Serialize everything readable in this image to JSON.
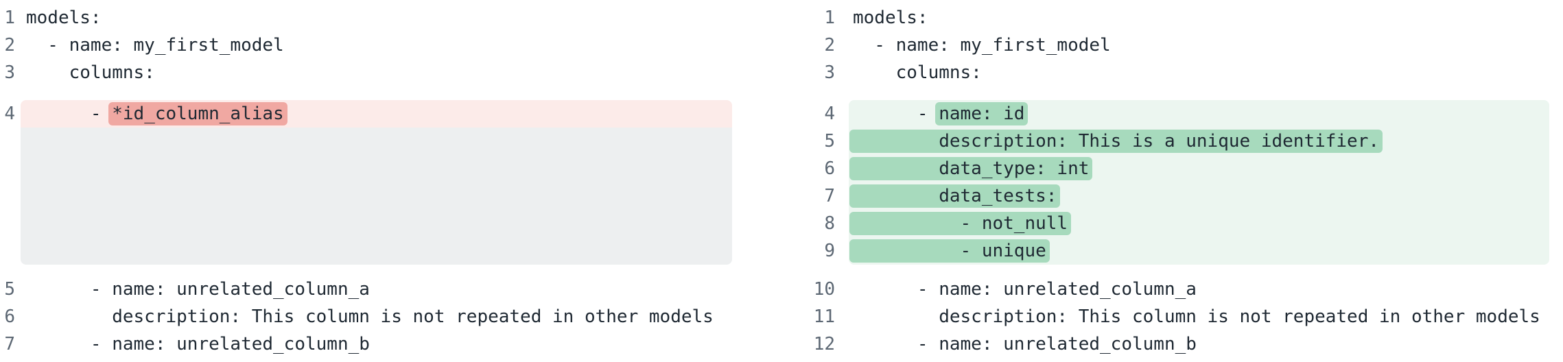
{
  "view": {
    "name": "yaml-side-by-side-diff",
    "language": "yaml"
  },
  "colors": {
    "removed_line_bg": "#fcebe9",
    "removed_word_highlight": "#f0a8a2",
    "added_line_bg": "#ecf6f0",
    "added_word_highlight": "#a7dabd",
    "filler_block_bg": "#edeff0",
    "code_text": "#1e2832",
    "line_number": "#5c6773"
  },
  "left_pane": {
    "role": "before",
    "sections": [
      {
        "kind": "context",
        "lines": [
          {
            "num": 1,
            "text": "models:"
          },
          {
            "num": 2,
            "text": "  - name: my_first_model"
          },
          {
            "num": 3,
            "text": "    columns:"
          }
        ]
      },
      {
        "kind": "removed-block",
        "lines": [
          {
            "num": 4,
            "prefix": "      - ",
            "mark": "*id_column_alias",
            "suffix": ""
          }
        ],
        "filler_lines": 5
      },
      {
        "kind": "context",
        "lines": [
          {
            "num": 5,
            "text": "      - name: unrelated_column_a"
          },
          {
            "num": 6,
            "text": "        description: This column is not repeated in other models"
          },
          {
            "num": 7,
            "text": "      - name: unrelated_column_b"
          }
        ]
      }
    ]
  },
  "right_pane": {
    "role": "after",
    "sections": [
      {
        "kind": "context",
        "lines": [
          {
            "num": 1,
            "text": "models:"
          },
          {
            "num": 2,
            "text": "  - name: my_first_model"
          },
          {
            "num": 3,
            "text": "    columns:"
          }
        ]
      },
      {
        "kind": "added-block",
        "lines": [
          {
            "num": 4,
            "prefix": "      - ",
            "mark": "name: id",
            "suffix": ""
          },
          {
            "num": 5,
            "prefix": "",
            "mark": "        description: This is a unique identifier.",
            "suffix": ""
          },
          {
            "num": 6,
            "prefix": "",
            "mark": "        data_type: int",
            "suffix": ""
          },
          {
            "num": 7,
            "prefix": "",
            "mark": "        data_tests:",
            "suffix": ""
          },
          {
            "num": 8,
            "prefix": "",
            "mark": "          - not_null",
            "suffix": ""
          },
          {
            "num": 9,
            "prefix": "",
            "mark": "          - unique",
            "suffix": ""
          }
        ],
        "filler_lines": 0
      },
      {
        "kind": "context",
        "lines": [
          {
            "num": 10,
            "text": "      - name: unrelated_column_a"
          },
          {
            "num": 11,
            "text": "        description: This column is not repeated in other models"
          },
          {
            "num": 12,
            "text": "      - name: unrelated_column_b"
          }
        ]
      }
    ]
  }
}
